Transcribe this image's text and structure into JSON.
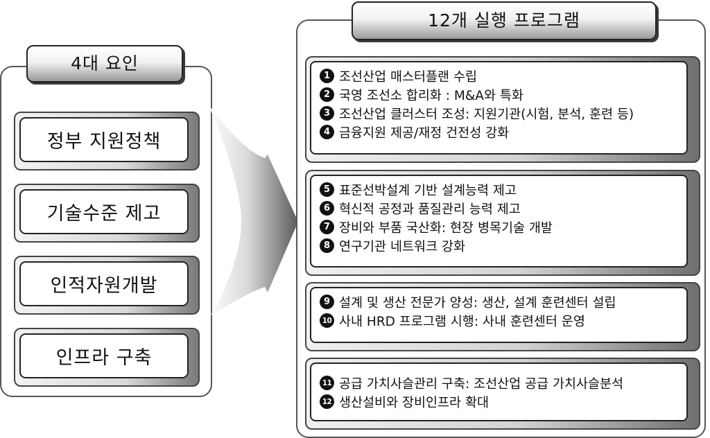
{
  "left": {
    "title": "4대 요인",
    "factors": [
      "정부 지원정책",
      "기술수준 제고",
      "인적자원개발",
      "인프라 구축"
    ]
  },
  "right": {
    "title": "12개 실행 프로그램",
    "groups": [
      {
        "items": [
          {
            "num": "1",
            "text": "조선산업 매스터플랜 수립"
          },
          {
            "num": "2",
            "text": "국영 조선소 합리화 : M&A와 특화"
          },
          {
            "num": "3",
            "text": "조선산업 클러스터 조성: 지원기관(시험, 분석, 훈련 등)"
          },
          {
            "num": "4",
            "text": "금융지원 제공/재정 건전성 강화"
          }
        ]
      },
      {
        "items": [
          {
            "num": "5",
            "text": "표준선박설계 기반 설계능력 제고"
          },
          {
            "num": "6",
            "text": "혁신적 공정과 품질관리 능력 제고"
          },
          {
            "num": "7",
            "text": "장비와 부품 국산화: 현장 병목기술 개발"
          },
          {
            "num": "8",
            "text": "연구기관 네트워크 강화"
          }
        ]
      },
      {
        "items": [
          {
            "num": "9",
            "text": "설계 및 생산 전문가 양성: 생산, 설계 훈련센터 설립"
          },
          {
            "num": "10",
            "text": "사내 HRD 프로그램 시행: 사내 훈련센터 운영"
          }
        ]
      },
      {
        "items": [
          {
            "num": "11",
            "text": "공급 가치사슬관리 구축: 조선산업 공급 가치사슬분석"
          },
          {
            "num": "12",
            "text": "생산설비와 장비인프라 확대"
          }
        ]
      }
    ]
  },
  "colors": {
    "outline": "#222222",
    "arrow_dark": "#5a5a5a",
    "arrow_light": "#ffffff"
  }
}
